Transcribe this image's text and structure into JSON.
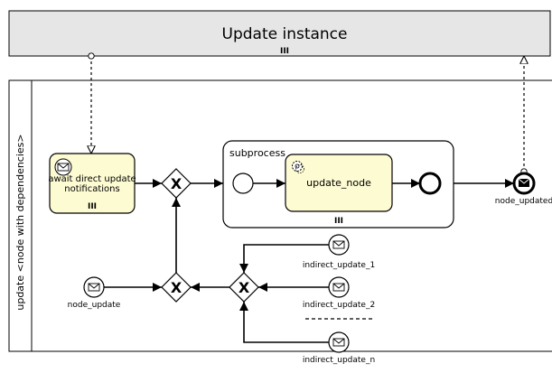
{
  "pool_top": {
    "title": "Update instance",
    "marker": "III"
  },
  "pool_main": {
    "label": "update <node with dependencies>"
  },
  "task_await": {
    "line1": "await direct update",
    "line2": "notifications",
    "marker": "III"
  },
  "subprocess": {
    "label": "subprocess",
    "marker": "III"
  },
  "task_update_node": {
    "label": "update_node"
  },
  "event_node_updated": {
    "label": "node_updated"
  },
  "event_node_update": {
    "label": "node_update"
  },
  "event_indirect_1": {
    "label": "indirect_update_1"
  },
  "event_indirect_2": {
    "label": "indirect_update_2"
  },
  "event_indirect_n": {
    "label": "indirect_update_n"
  },
  "gateway_symbol": "X",
  "colors": {
    "pool_top_fill": "#e6e6e6",
    "task_fill": "#fdfbd2",
    "stroke": "#000000"
  },
  "icons": {
    "message_start": "envelope-icon",
    "message_end": "filled-envelope-icon",
    "service_task": "gear-icon"
  }
}
